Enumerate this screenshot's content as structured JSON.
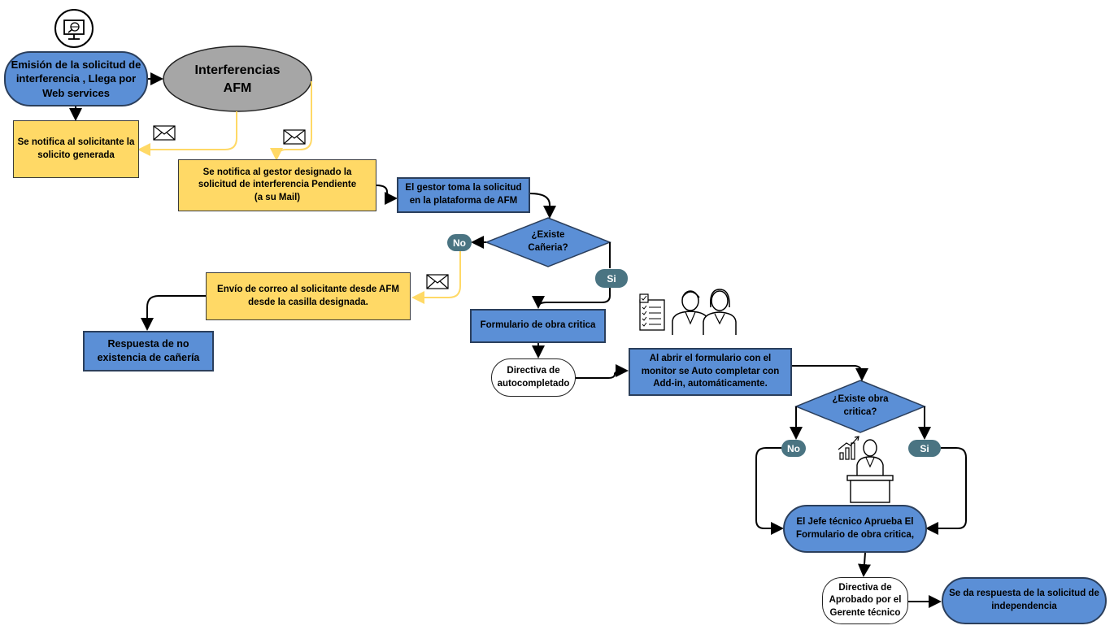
{
  "nodes": {
    "emision": "Emisión de la solicitud de\ninterferencia , Llega por\nWeb services",
    "interferencias": "Interferencias\nAFM",
    "notifica_solicitante": "Se notifica al solicitante la\nsolicito generada",
    "notifica_gestor": "Se notifica al gestor designado la\nsolicitud de  interferencia  Pendiente\n(a su Mail)",
    "gestor_toma": "El gestor toma la solicitud\nen la plataforma de AFM",
    "existe_caneria": "¿Existe\nCañeria?",
    "envio_correo": "Envío de correo al solicitante desde AFM\ndesde la casilla designada.",
    "respuesta_no": "Respuesta de no\nexistencia de cañería",
    "formulario": "Formulario de obra critica",
    "directiva_auto": "Directiva de\nautocompletado",
    "abrir_formulario": "Al abrir el formulario con el\nmonitor  se Auto completar con\nAdd-in, automáticamente.",
    "existe_obra": "¿Existe  obra\ncritica?",
    "jefe_aprueba": "El Jefe técnico Aprueba El\nFormulario de obra critica,",
    "directiva_aprobado": "Directiva de\nAprobado por el\nGerente técnico",
    "respuesta_final": "Se da respuesta de la solicitud de\nindependencia"
  },
  "badges": {
    "no_1": "No",
    "si_1": "Si",
    "no_2": "No",
    "si_2": "Si"
  },
  "colors": {
    "blue": "#5b8fd6",
    "yellow": "#ffd966",
    "gray": "#a6a6a6",
    "badge": "#4a7482",
    "arrow": "#000000",
    "notify_arrow": "#ffd966"
  },
  "icons": [
    "monitor-globe-icon",
    "envelope-icon",
    "checklist-icon",
    "team-icon",
    "presenter-chart-icon"
  ]
}
